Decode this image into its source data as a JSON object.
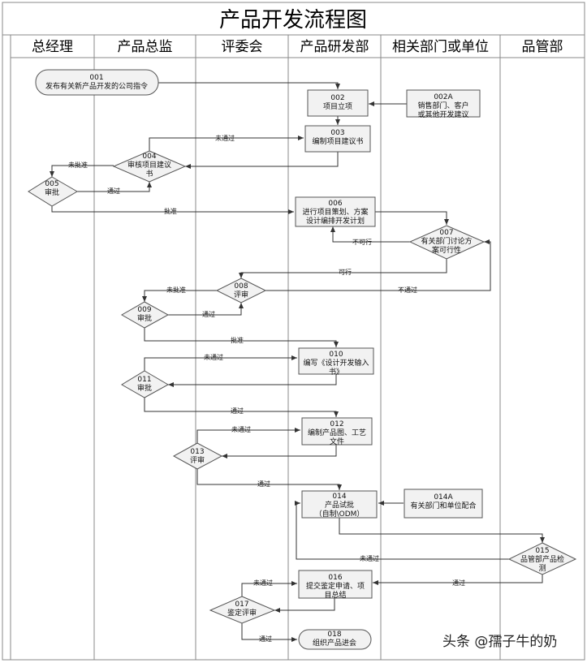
{
  "title": "产品开发流程图",
  "lanes": [
    "总经理",
    "产品总监",
    "评委会",
    "产品研发部",
    "相关部门或单位",
    "品管部"
  ],
  "nodes": {
    "n001": {
      "id": "001",
      "text": "发布有关新产品开发的公司指令"
    },
    "n002": {
      "id": "002",
      "text": "项目立项"
    },
    "n002a": {
      "id": "002A",
      "text": "销售部门、客户\n或其他开发建议"
    },
    "n003": {
      "id": "003",
      "text": "编制项目建议书"
    },
    "n004": {
      "id": "004",
      "text": "审核项目建议\n书"
    },
    "n005": {
      "id": "005",
      "text": "审批"
    },
    "n006": {
      "id": "006",
      "text": "进行项目策划、方案\n设计编排开发计划"
    },
    "n007": {
      "id": "007",
      "text": "有关部门讨论方\n案可行性"
    },
    "n008": {
      "id": "008",
      "text": "评审"
    },
    "n009": {
      "id": "009",
      "text": "审批"
    },
    "n010": {
      "id": "010",
      "text": "编写《设计开发输入\n书》"
    },
    "n011": {
      "id": "011",
      "text": "审批"
    },
    "n012": {
      "id": "012",
      "text": "编制产品图、工艺\n文件"
    },
    "n013": {
      "id": "013",
      "text": "评审"
    },
    "n014": {
      "id": "014",
      "text": "产品试批\n（自制\\ODM）"
    },
    "n014a": {
      "id": "014A",
      "text": "有关部门和单位配合"
    },
    "n015": {
      "id": "015",
      "text": "品管部产品检\n测"
    },
    "n016": {
      "id": "016",
      "text": "提交鉴定申请、项\n目总结"
    },
    "n017": {
      "id": "017",
      "text": "鉴定评审"
    },
    "n018": {
      "id": "018",
      "text": "组织产品进会"
    }
  },
  "edge_labels": {
    "e003_004": "未通过",
    "e004_005_reject": "未批准",
    "e005_004": "通过",
    "e005_006": "批准",
    "e007_006": "不可行",
    "e007_008": "可行",
    "e008_007": "不通过",
    "e008_009": "未批准",
    "e008_009_pass": "通过",
    "e009_010": "批准",
    "e010_011": "未通过",
    "e011_012": "通过",
    "e012_013": "未通过",
    "e013_014": "通过",
    "e015_014": "未通过",
    "e015_016": "通过",
    "e016_017": "未通过",
    "e017_018": "通过"
  },
  "watermark": "头条 @孺子牛的奶",
  "colors": {
    "line": "#333333",
    "shape_fill": "#f2f2f2",
    "border": "#555555"
  }
}
